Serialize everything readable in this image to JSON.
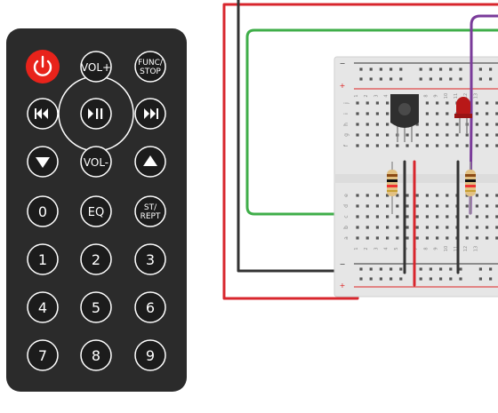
{
  "remote": {
    "power_label": "",
    "vol_up": "VOL+",
    "vol_down": "VOL-",
    "func_stop": [
      "FUNC/",
      "STOP"
    ],
    "eq": "EQ",
    "st_rept": [
      "ST/",
      "REPT"
    ],
    "digits": [
      "0",
      "1",
      "2",
      "3",
      "4",
      "5",
      "6",
      "7",
      "8",
      "9"
    ],
    "colors": {
      "body": "#2b2b2b",
      "button": "#1c1c1c",
      "stroke": "#ffffff",
      "power": "#e8231b"
    }
  },
  "breadboard": {
    "row_letters_top": [
      "j",
      "i",
      "h",
      "g",
      "f"
    ],
    "row_letters_bottom": [
      "e",
      "d",
      "c",
      "b",
      "a"
    ],
    "column_numbers": [
      "1",
      "2",
      "3",
      "4",
      "5",
      "6",
      "7",
      "8",
      "9",
      "10",
      "11",
      "12",
      "13"
    ],
    "rail_plus": "+",
    "rail_minus": "−",
    "colors": {
      "body": "#e6e6e6",
      "hole": "#555555",
      "rail_red": "#d22",
      "rail_black": "#333"
    }
  },
  "components": {
    "ir_receiver": "ir-receiver",
    "led": "red-led",
    "resistor_count": 2
  },
  "wires": {
    "colors": {
      "red": "#d8262d",
      "black": "#333333",
      "green": "#3fae49",
      "purple": "#7a3b9a"
    }
  }
}
